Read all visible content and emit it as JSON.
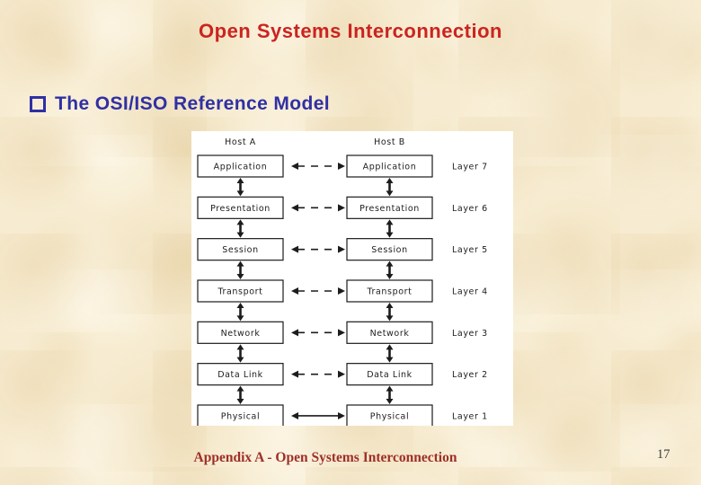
{
  "slide": {
    "title": "Open Systems Interconnection",
    "bullet_text": "The OSI/ISO Reference Model",
    "footer": "Appendix A - Open Systems Interconnection",
    "page_number": "17"
  },
  "colors": {
    "background": "#f7ecd1",
    "title": "#cb2420",
    "bullet": "#3030a4",
    "footer": "#9e2f28",
    "diagram_ink": "#1c1c1c",
    "diagram_background": "#ffffff"
  },
  "diagram": {
    "hosts": [
      "Host A",
      "Host B"
    ],
    "layers": [
      {
        "name": "Application",
        "label": "Layer 7",
        "link": "dashed"
      },
      {
        "name": "Presentation",
        "label": "Layer 6",
        "link": "dashed"
      },
      {
        "name": "Session",
        "label": "Layer 5",
        "link": "dashed"
      },
      {
        "name": "Transport",
        "label": "Layer 4",
        "link": "dashed"
      },
      {
        "name": "Network",
        "label": "Layer 3",
        "link": "dashed"
      },
      {
        "name": "Data Link",
        "label": "Layer 2",
        "link": "dashed"
      },
      {
        "name": "Physical",
        "label": "Layer 1",
        "link": "solid"
      }
    ]
  }
}
